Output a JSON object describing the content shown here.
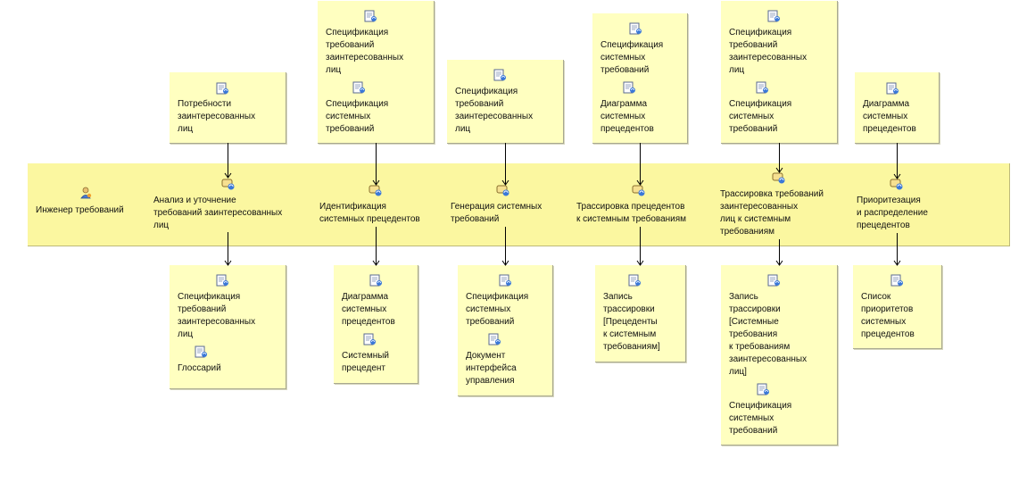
{
  "role": "Инженер требований",
  "tasks": [
    "Анализ и уточнение\nтребований заинтересованных\nлиц",
    "Идентификация\nсистемных прецедентов",
    "Генерация системных\nтребований",
    "Трассировка прецедентов\nк системным требованиям",
    "Трассировка требований\nзаинтересованных\nлиц к системным\nтребованиям",
    "Приоритезация\nи распределение\nпрецедентов"
  ],
  "inputs": [
    [
      "Потребности\nзаинтересованных\nлиц"
    ],
    [
      "Спецификация\nтребований\nзаинтересованных\nлиц",
      "Спецификация\nсистемных\nтребований"
    ],
    [
      "Спецификация\nтребований\nзаинтересованных\nлиц"
    ],
    [
      "Спецификация\nсистемных\nтребований",
      "Диаграмма\nсистемных\nпрецедентов"
    ],
    [
      "Спецификация\nтребований\nзаинтересованных\nлиц",
      "Спецификация\nсистемных\nтребований"
    ],
    [
      "Диаграмма\nсистемных\nпрецедентов"
    ]
  ],
  "outputs": [
    [
      "Спецификация\nтребований\nзаинтересованных\nлиц",
      "Глоссарий"
    ],
    [
      "Диаграмма\nсистемных\nпрецедентов",
      "Системный\nпрецедент"
    ],
    [
      "Спецификация\nсистемных\nтребований",
      "Документ\nинтерфейса\nуправления"
    ],
    [
      "Запись\nтрассировки\n[Прецеденты\nк системным\nтребованиям]"
    ],
    [
      "Запись\nтрассировки\n[Системные\nтребования\nк требованиям\nзаинтересованных\nлиц]",
      "Спецификация\nсистемных\nтребований"
    ],
    [
      "Список\nприоритетов\nсистемных\nпрецедентов"
    ]
  ],
  "icons": {
    "artifact": "artifact-icon",
    "task": "task-icon",
    "role": "role-icon"
  },
  "colors": {
    "artifact_fill": "#ffffc0",
    "lane_fill": "#fbf7a0",
    "arrow": "#000000"
  }
}
